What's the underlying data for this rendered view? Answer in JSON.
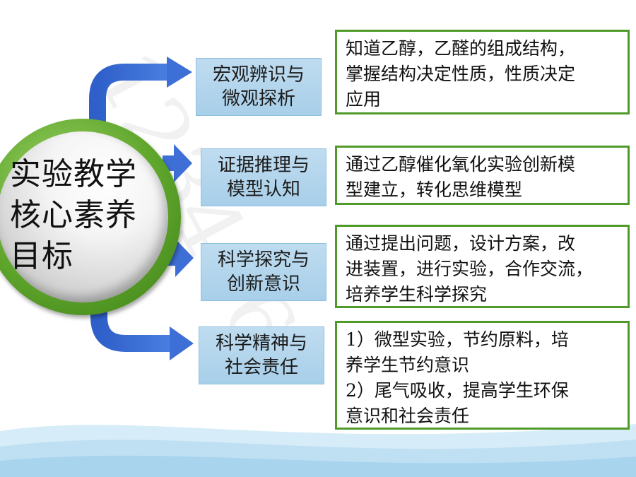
{
  "center": {
    "lines": [
      "实验教学",
      "核心素养",
      "目标"
    ]
  },
  "categories": [
    {
      "lines": [
        "宏观辨识与",
        "微观探析"
      ]
    },
    {
      "lines": [
        "证据推理与",
        "模型认知"
      ]
    },
    {
      "lines": [
        "科学探究与",
        "创新意识"
      ]
    },
    {
      "lines": [
        "科学精神与",
        "社会责任"
      ]
    }
  ],
  "descriptions": [
    {
      "lines": [
        "知道乙醇，乙醛的组成结构，",
        "掌握结构决定性质，性质决定",
        "应用"
      ]
    },
    {
      "lines": [
        "通过乙醇催化氧化实验创新模",
        "型建立，转化思维模型"
      ]
    },
    {
      "lines": [
        "通过提出问题，设计方案，改",
        "进装置，进行实验，合作交流，",
        "培养学生科学探究"
      ]
    },
    {
      "lines": [
        "1）微型实验，节约原料，培",
        "养学生节约意识",
        "2）尾气吸收，提高学生环保",
        "意识和社会责任"
      ]
    }
  ],
  "colors": {
    "arrow": "#3e6fd6",
    "category_fill": "#b3d5ec",
    "description_border": "#4f9a2a",
    "ring": "#5ea52b"
  }
}
